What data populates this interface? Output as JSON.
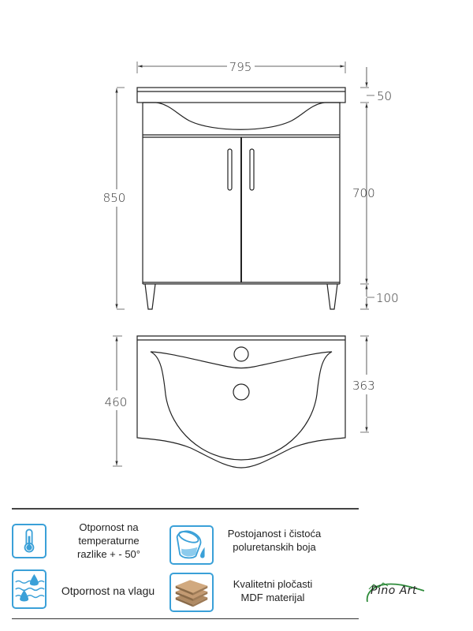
{
  "drawing": {
    "front_view": {
      "width_label": "795",
      "total_height_label": "850",
      "top_thickness_label": "50",
      "cabinet_height_label": "700",
      "leg_height_label": "100"
    },
    "top_view": {
      "depth_label": "460",
      "basin_depth_label": "363"
    },
    "line_color": "#222222",
    "dimension_color": "#333333"
  },
  "features": [
    {
      "icon": "thermometer-icon",
      "lines": [
        "Otpornost na",
        "temperaturne",
        "razlike + - 50°"
      ]
    },
    {
      "icon": "paint-bucket-icon",
      "lines": [
        "Postojanost i čistoća",
        "poluretanskih boja"
      ]
    },
    {
      "icon": "water-drops-icon",
      "lines": [
        "Otpornost na vlagu"
      ]
    },
    {
      "icon": "mdf-boards-icon",
      "lines": [
        "Kvalitetni pločasti",
        "MDF materijal"
      ]
    }
  ],
  "accent_color": "#3aa0d8",
  "brand": {
    "name": "Pino Art",
    "color": "#2e8b3a"
  }
}
